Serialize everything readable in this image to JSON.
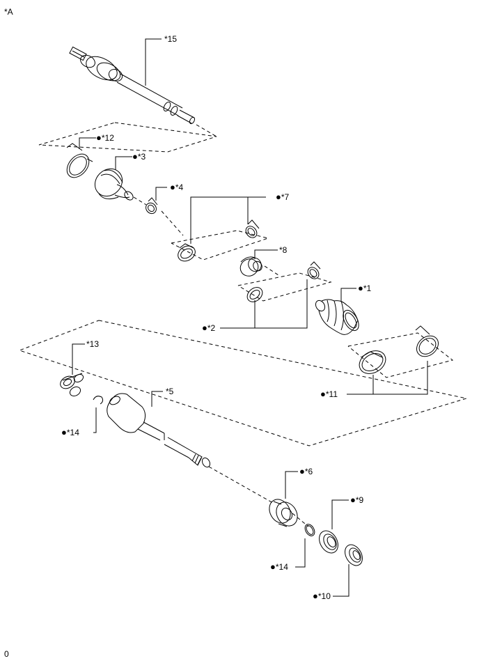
{
  "figure": {
    "view_id": "*A",
    "footer": "0"
  },
  "callouts": {
    "c15": "*15",
    "c12": "*12",
    "c3": "*3",
    "c4": "*4",
    "c7": "*7",
    "c8": "*8",
    "c1": "*1",
    "c2": "*2",
    "c11": "*11",
    "c13": "*13",
    "c5": "*5",
    "c14a": "*14",
    "c6": "*6",
    "c9": "*9",
    "c14b": "*14",
    "c10": "*10"
  },
  "non_reusable_marker": "●"
}
